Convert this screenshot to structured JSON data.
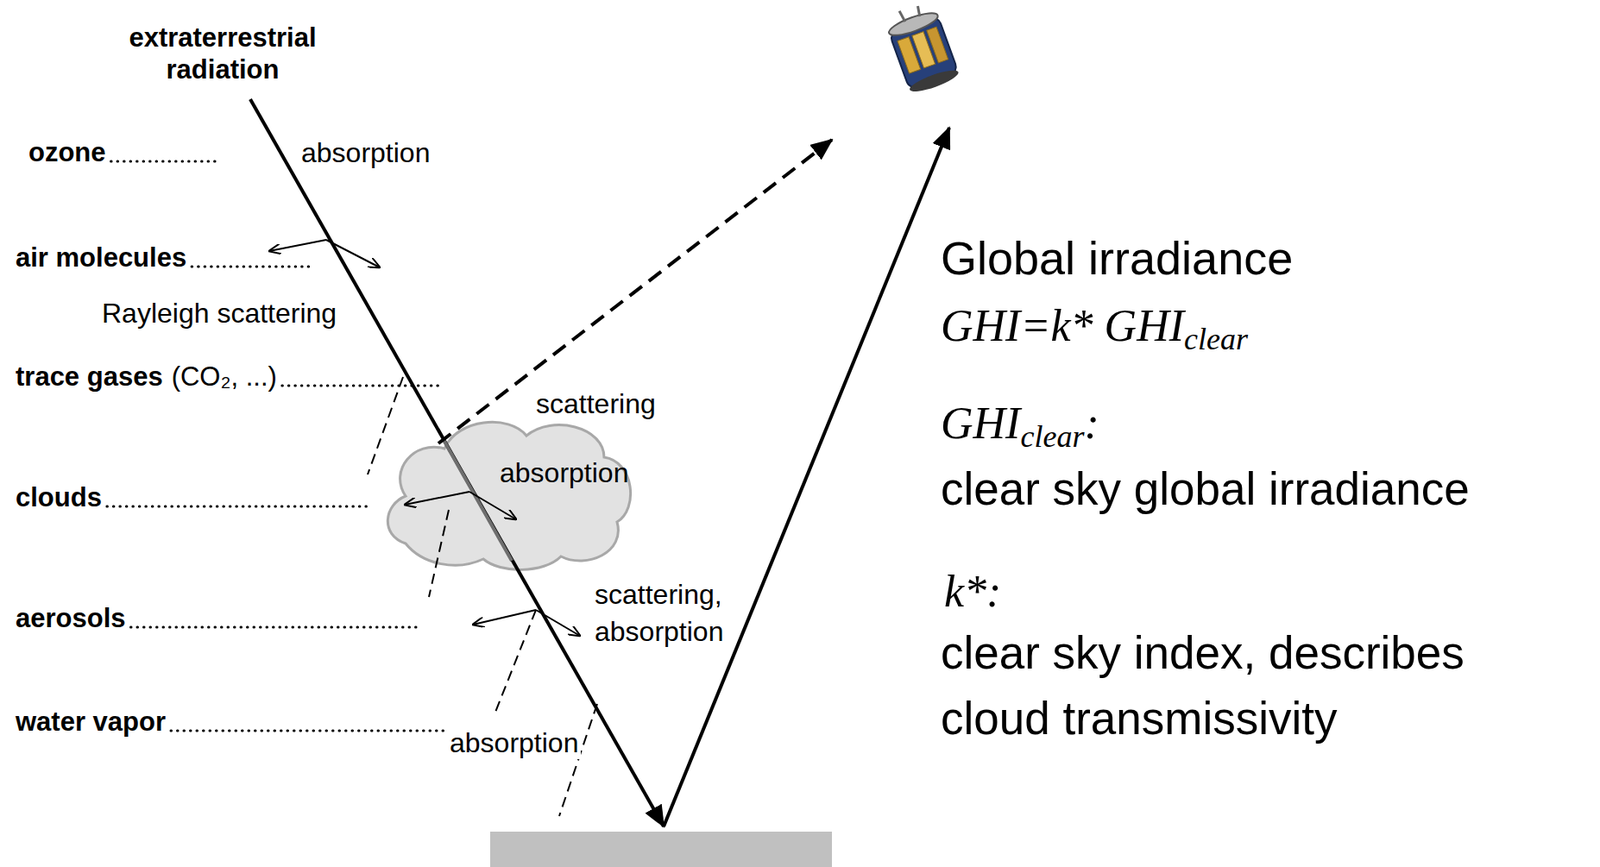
{
  "diagram": {
    "labels": [
      "extraterrestrial radiation",
      "ozone",
      "absorption",
      "air molecules",
      "Rayleigh scattering",
      "trace gases",
      "(CO₂, ...)",
      "scattering",
      "clouds",
      "absorption",
      "aerosols",
      "scattering, absorption",
      "water vapor",
      "absorption",
      "Global irradiance",
      "GHI=k* GHI",
      "clear",
      "GHI",
      "clear",
      ":",
      "clear sky global irradiance",
      "k*:",
      "clear sky index, describes cloud transmissivity"
    ]
  }
}
